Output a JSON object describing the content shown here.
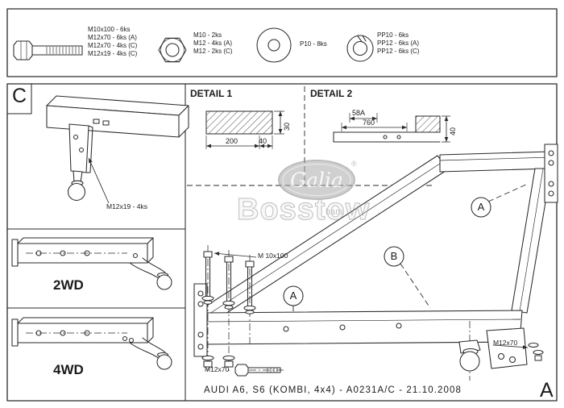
{
  "page": {
    "corner_c": "C",
    "corner_a": "A",
    "footer": "AUDI A6, S6 (KOMBI, 4x4) - A0231A/C - 21.10.2008"
  },
  "hardware": {
    "bolt_icon": "hex-bolt",
    "nut_icon": "hex-nut",
    "washer_icon": "flat-washer",
    "spring_icon": "spring-washer",
    "bolt_labels": [
      "M10x100 - 6ks",
      "M12x70 - 6ks (A)",
      "M12x70 - 4ks (C)",
      "M12x19 - 4ks (C)"
    ],
    "nut_labels": [
      "M10 - 2ks",
      "M12 - 4ks (A)",
      "M12 - 2ks (C)"
    ],
    "washer_labels": [
      "P10 - 8ks"
    ],
    "spring_labels": [
      "PP10 - 6ks",
      "PP12 - 6ks (A)",
      "PP12 - 6ks (C)"
    ]
  },
  "details": {
    "detail1": {
      "title": "DETAIL 1",
      "dim_width": "200",
      "dim_offset": "40",
      "dim_height": "30"
    },
    "detail2": {
      "title": "DETAIL 2",
      "dim_top": "58A",
      "dim_length": "760",
      "dim_height": "40"
    }
  },
  "left_drawings": {
    "clamp_label": "M12x19 - 4ks",
    "variant1": "2WD",
    "variant2": "4WD"
  },
  "assembly": {
    "callout_a1": "A",
    "callout_b": "B",
    "callout_a2": "A",
    "bolt_top": "M 10x100",
    "bolt_bottom_left": "M12x70",
    "bolt_right": "M12x70"
  },
  "watermark": {
    "name": "Bosstow",
    "sub": "bars",
    "brand": "Galia",
    "reg": "®",
    "gray": "#9b9b9b"
  }
}
